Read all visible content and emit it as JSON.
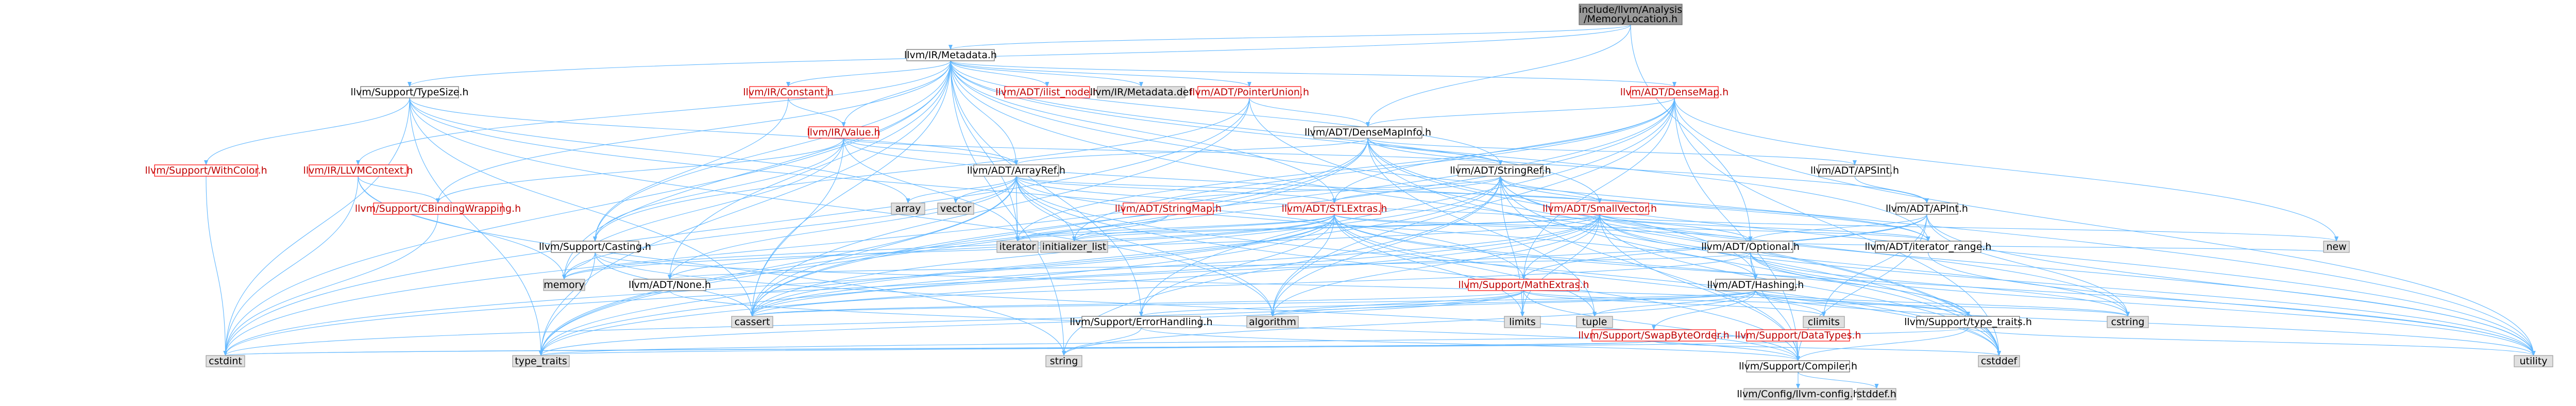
{
  "colors": {
    "root_fill": "#999999",
    "root_stroke": "#666666",
    "header_fill": "#ffffff",
    "header_stroke": "#666666",
    "header_stroke_red": "#ff0000",
    "system_fill": "#e0e0e0",
    "system_stroke": "#999999",
    "text_default": "#000000",
    "text_red": "#bf0000",
    "edge": "#63b8ff"
  },
  "nodes": {
    "root": {
      "lines": [
        "include/llvm/Analysis",
        "/MemoryLocation.h"
      ],
      "kind": "root"
    },
    "metadata": {
      "lines": [
        "llvm/IR/Metadata.h"
      ],
      "kind": "header"
    },
    "typesize": {
      "lines": [
        "llvm/Support/TypeSize.h"
      ],
      "kind": "header"
    },
    "constant": {
      "lines": [
        "llvm/IR/Constant.h"
      ],
      "kind": "partial"
    },
    "ilist_node": {
      "lines": [
        "llvm/ADT/ilist_node.h"
      ],
      "kind": "partial"
    },
    "metadata_def": {
      "lines": [
        "llvm/IR/Metadata.def"
      ],
      "kind": "system"
    },
    "pointerunion": {
      "lines": [
        "llvm/ADT/PointerUnion.h"
      ],
      "kind": "partial"
    },
    "densemap": {
      "lines": [
        "llvm/ADT/DenseMap.h"
      ],
      "kind": "partial"
    },
    "irvalue": {
      "lines": [
        "llvm/IR/Value.h"
      ],
      "kind": "partial"
    },
    "densemapinfo": {
      "lines": [
        "llvm/ADT/DenseMapInfo.h"
      ],
      "kind": "header"
    },
    "withcolor": {
      "lines": [
        "llvm/Support/WithColor.h"
      ],
      "kind": "partial"
    },
    "llvmcontext": {
      "lines": [
        "llvm/IR/LLVMContext.h"
      ],
      "kind": "partial"
    },
    "arrayref": {
      "lines": [
        "llvm/ADT/ArrayRef.h"
      ],
      "kind": "header"
    },
    "stringref": {
      "lines": [
        "llvm/ADT/StringRef.h"
      ],
      "kind": "header"
    },
    "apsint": {
      "lines": [
        "llvm/ADT/APSInt.h"
      ],
      "kind": "header"
    },
    "cbinding": {
      "lines": [
        "llvm/Support/CBindingWrapping.h"
      ],
      "kind": "partial"
    },
    "array": {
      "lines": [
        "array"
      ],
      "kind": "system"
    },
    "vector": {
      "lines": [
        "vector"
      ],
      "kind": "system"
    },
    "stringmap": {
      "lines": [
        "llvm/ADT/StringMap.h"
      ],
      "kind": "partial"
    },
    "stlextras": {
      "lines": [
        "llvm/ADT/STLExtras.h"
      ],
      "kind": "partial"
    },
    "smallvector": {
      "lines": [
        "llvm/ADT/SmallVector.h"
      ],
      "kind": "partial"
    },
    "apint": {
      "lines": [
        "llvm/ADT/APInt.h"
      ],
      "kind": "header"
    },
    "iterator": {
      "lines": [
        "iterator"
      ],
      "kind": "system"
    },
    "initializer_list": {
      "lines": [
        "initializer_list"
      ],
      "kind": "system"
    },
    "iterator_range": {
      "lines": [
        "llvm/ADT/iterator_range.h"
      ],
      "kind": "header"
    },
    "casting": {
      "lines": [
        "llvm/Support/Casting.h"
      ],
      "kind": "header"
    },
    "optional": {
      "lines": [
        "llvm/ADT/Optional.h"
      ],
      "kind": "header"
    },
    "new": {
      "lines": [
        "new"
      ],
      "kind": "system"
    },
    "memory": {
      "lines": [
        "memory"
      ],
      "kind": "system"
    },
    "adtnone": {
      "lines": [
        "llvm/ADT/None.h"
      ],
      "kind": "header"
    },
    "hashing": {
      "lines": [
        "llvm/ADT/Hashing.h"
      ],
      "kind": "header"
    },
    "mathextras": {
      "lines": [
        "llvm/Support/MathExtras.h"
      ],
      "kind": "partial"
    },
    "cassert": {
      "lines": [
        "cassert"
      ],
      "kind": "system"
    },
    "algorithm": {
      "lines": [
        "algorithm"
      ],
      "kind": "system"
    },
    "limits": {
      "lines": [
        "limits"
      ],
      "kind": "system"
    },
    "tuple": {
      "lines": [
        "tuple"
      ],
      "kind": "system"
    },
    "climits": {
      "lines": [
        "climits"
      ],
      "kind": "system"
    },
    "cstring": {
      "lines": [
        "cstring"
      ],
      "kind": "system"
    },
    "errorhandling": {
      "lines": [
        "llvm/Support/ErrorHandling.h"
      ],
      "kind": "header"
    },
    "swapbyteorder": {
      "lines": [
        "llvm/Support/SwapByteOrder.h"
      ],
      "kind": "partial"
    },
    "datatypes": {
      "lines": [
        "llvm/Support/DataTypes.h"
      ],
      "kind": "partial"
    },
    "typetraits_llvm": {
      "lines": [
        "llvm/Support/type_traits.h"
      ],
      "kind": "header"
    },
    "cstdint": {
      "lines": [
        "cstdint"
      ],
      "kind": "system"
    },
    "type_traits": {
      "lines": [
        "type_traits"
      ],
      "kind": "system"
    },
    "string": {
      "lines": [
        "string"
      ],
      "kind": "system"
    },
    "compiler": {
      "lines": [
        "llvm/Support/Compiler.h"
      ],
      "kind": "header"
    },
    "cstddef": {
      "lines": [
        "cstddef"
      ],
      "kind": "system"
    },
    "utility": {
      "lines": [
        "utility"
      ],
      "kind": "system"
    },
    "llvmconfig": {
      "lines": [
        "llvm/Config/llvm-config.h"
      ],
      "kind": "system"
    },
    "stddef": {
      "lines": [
        "stddef.h"
      ],
      "kind": "system"
    }
  }
}
